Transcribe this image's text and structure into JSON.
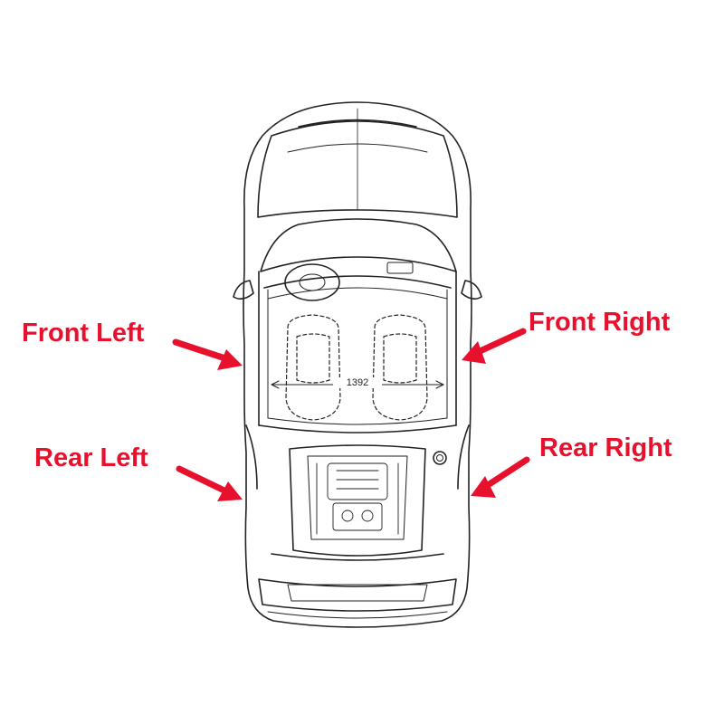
{
  "labels": {
    "front_left": "Front Left",
    "front_right": "Front Right",
    "rear_left": "Rear Left",
    "rear_right": "Rear Right"
  },
  "dimension": "1392",
  "colors": {
    "label": "#e8112d",
    "arrow": "#e8112d",
    "line": "#222222"
  }
}
